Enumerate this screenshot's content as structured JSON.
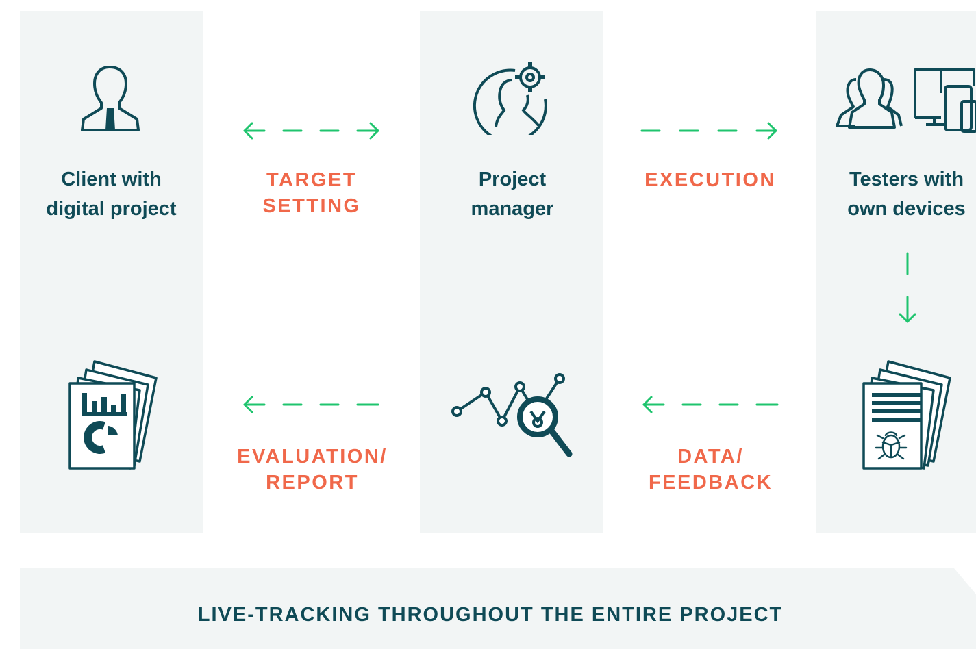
{
  "actors": {
    "client": "Client with digital project",
    "manager": "Project manager",
    "testers": "Testers with own devices"
  },
  "steps": {
    "target_setting": "TARGET SETTING",
    "execution": "EXECUTION",
    "evaluation": "EVALUATION/ REPORT",
    "data": "DATA/ FEEDBACK"
  },
  "banner": {
    "text": "LIVE-TRACKING THROUGHOUT THE ENTIRE PROJECT"
  },
  "colors": {
    "panel": "#f2f5f5",
    "dark": "#0f4a56",
    "accent": "#f0684a",
    "arrow": "#1fc46e"
  },
  "icons": {
    "client": "businessman-icon",
    "manager": "manager-gear-icon",
    "testers": "testers-devices-icon",
    "report": "report-document-icon",
    "analytics": "analytics-magnifier-icon",
    "bug_report": "bug-report-document-icon"
  }
}
